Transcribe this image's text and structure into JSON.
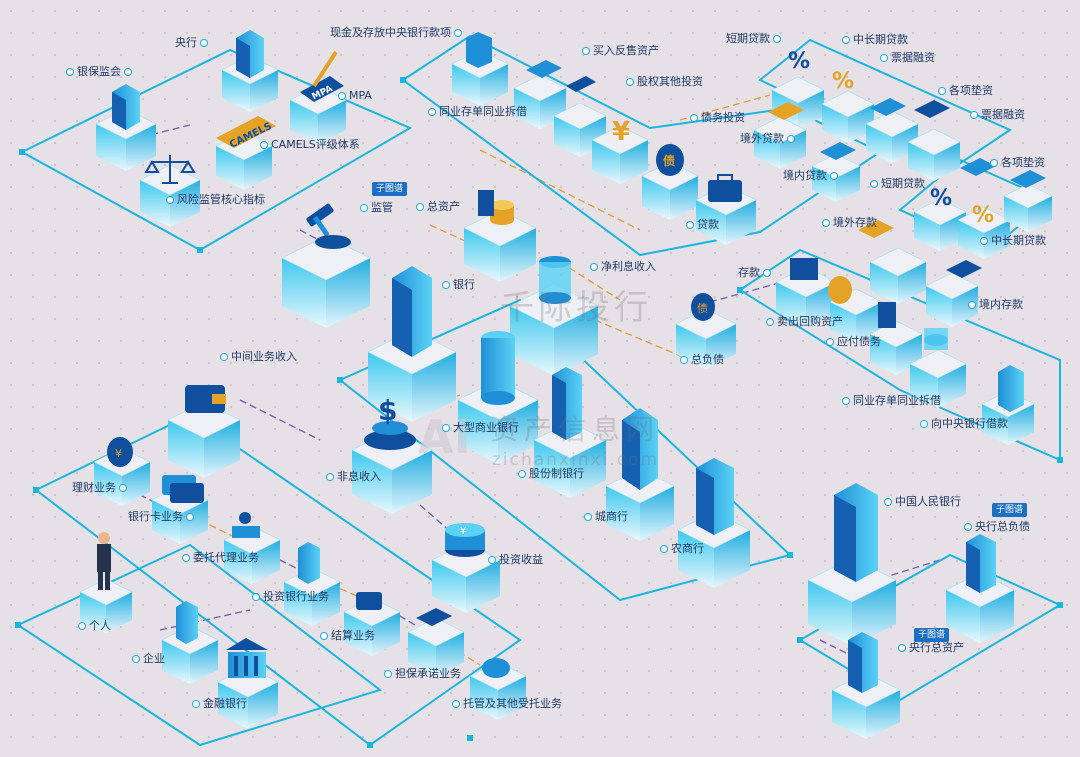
{
  "colors": {
    "platform_border": "#19b6e0",
    "platform_top": "#f0eef3",
    "icon_dark": "#0f4f9e",
    "icon_light": "#2ec6ef",
    "connector_purple": "#6e5bb8",
    "connector_orange": "#e39a3a",
    "label_text": "#1f3a66",
    "tag_bg": "#1c6fc2"
  },
  "labels": {
    "yangxing": "央行",
    "yinbaojian": "银保监会",
    "mpa": "MPA",
    "camels": "CAMELS评级体系",
    "fengxian": "风险监管核心指标",
    "jianguan": "监管",
    "xianjin": "现金及存放中央银行款项",
    "maifan": "买入反售资产",
    "guquan": "股权其他投资",
    "tongye_cun_1": "同业存单同业拆借",
    "zhaiquan": "债务投资",
    "jingwai_daikuan": "境外贷款",
    "jingnei_daikuan": "境内贷款",
    "daikuan": "贷款",
    "zongzichan": "总资产",
    "duanqi_daikuan_1": "短期贷款",
    "zhongchangqi_1": "中长期贷款",
    "piaoju_1": "票据融资",
    "gexiang_1": "各项垫资",
    "piaoju_2": "票据融资",
    "duanqi_daikuan_2": "短期贷款",
    "gexiang_2": "各项垫资",
    "zhongchangqi_2": "中长期贷款",
    "yinhang": "银行",
    "jinglixi": "净利息收入",
    "zongfuzhai": "总负债",
    "cunkuan": "存款",
    "jingwai_cunkuan": "境外存款",
    "jingnei_cunkuan": "境内存款",
    "maichu": "卖出回购资产",
    "yingfu": "应付债务",
    "tongye_cun_2": "同业存单同业拆借",
    "xiangzhongyang": "向中央银行借款",
    "zhongjian": "中间业务收入",
    "feixi": "非息收入",
    "daxing": "大型商业银行",
    "gufen": "股份制银行",
    "chengshang": "城商行",
    "nongshang": "农商行",
    "touzi_shouyi": "投资收益",
    "licai": "理财业务",
    "yinhangka": "银行卡业务",
    "weituo": "委托代理业务",
    "touhang": "投资银行业务",
    "jiesuan": "结算业务",
    "danbao": "担保承诺业务",
    "tuoguan": "托管及其他受托业务",
    "geren": "个人",
    "qiye": "企业",
    "jinrong": "金融银行",
    "renmin": "中国人民银行",
    "yanghang_fuzhai": "央行总负债",
    "yanghang_zichan": "央行总资产"
  },
  "tags": {
    "t1": "子图谱",
    "t2": "子图谱",
    "t3": "子图谱"
  },
  "icon_text": {
    "camels_text": "CAMELS",
    "mpa_text": "MPA",
    "zhai_text": "债",
    "yuan_text": "¥",
    "pct_text": "%",
    "zhai_text2": "债"
  },
  "watermark": {
    "cn_top": "千际投行",
    "ai": "AI",
    "cn_bottom": "资产信息网",
    "url": "zichanxinxi.com"
  }
}
